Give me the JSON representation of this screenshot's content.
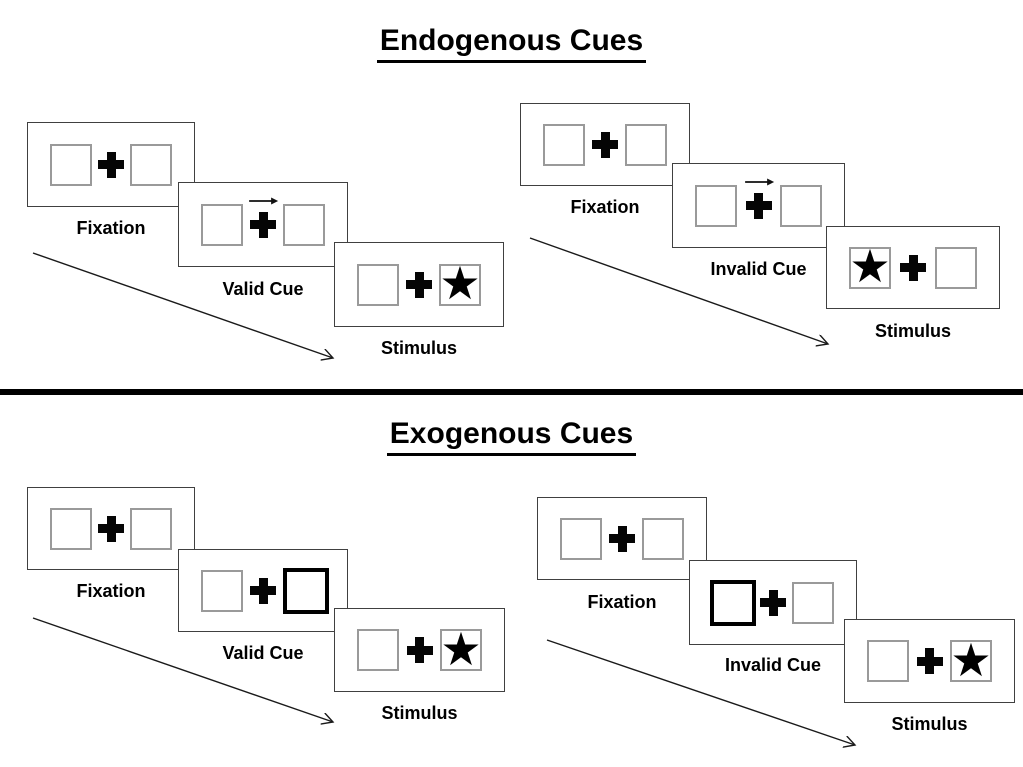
{
  "glyphs": {
    "star": "★"
  },
  "colors": {
    "ink": "#000000",
    "panel_border": "#404040",
    "square_border": "#9a9a9a",
    "cue_box_border": "#000000",
    "background": "#ffffff"
  },
  "sections": [
    {
      "title": "Endogenous Cues",
      "groups": [
        {
          "name": "valid-trial",
          "cue_type": "central-arrow",
          "cue_direction": "right",
          "stimulus_side": "right",
          "labels": {
            "fixation": "Fixation",
            "cue": "Valid Cue",
            "stimulus": "Stimulus"
          }
        },
        {
          "name": "invalid-trial",
          "cue_type": "central-arrow",
          "cue_direction": "right",
          "stimulus_side": "left",
          "labels": {
            "fixation": "Fixation",
            "cue": "Invalid Cue",
            "stimulus": "Stimulus"
          }
        }
      ]
    },
    {
      "title": "Exogenous Cues",
      "groups": [
        {
          "name": "valid-trial",
          "cue_type": "peripheral-box",
          "cue_side": "right",
          "stimulus_side": "right",
          "labels": {
            "fixation": "Fixation",
            "cue": "Valid Cue",
            "stimulus": "Stimulus"
          }
        },
        {
          "name": "invalid-trial",
          "cue_type": "peripheral-box",
          "cue_side": "left",
          "stimulus_side": "right",
          "labels": {
            "fixation": "Fixation",
            "cue": "Invalid Cue",
            "stimulus": "Stimulus"
          }
        }
      ]
    }
  ]
}
